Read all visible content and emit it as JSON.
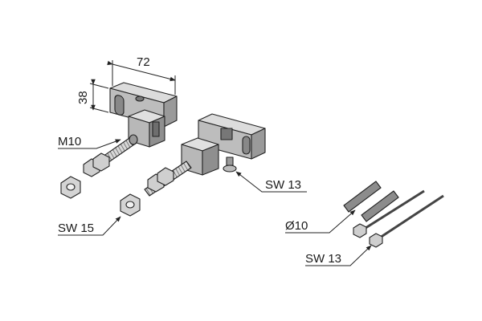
{
  "labels": {
    "width_dim": "72",
    "height_dim": "38",
    "thread": "M10",
    "nut_wrench_left": "SW 15",
    "foot_wrench": "SW 13",
    "dowel_diameter_symbol": "Ø",
    "dowel_diameter_value": "10",
    "screw_wrench": "SW 13"
  },
  "colors": {
    "metal_light": "#d2d2d2",
    "metal_mid": "#a8a8a8",
    "metal_dark": "#7a7a7a",
    "line": "#222222",
    "plug": "#8c8c8c"
  }
}
